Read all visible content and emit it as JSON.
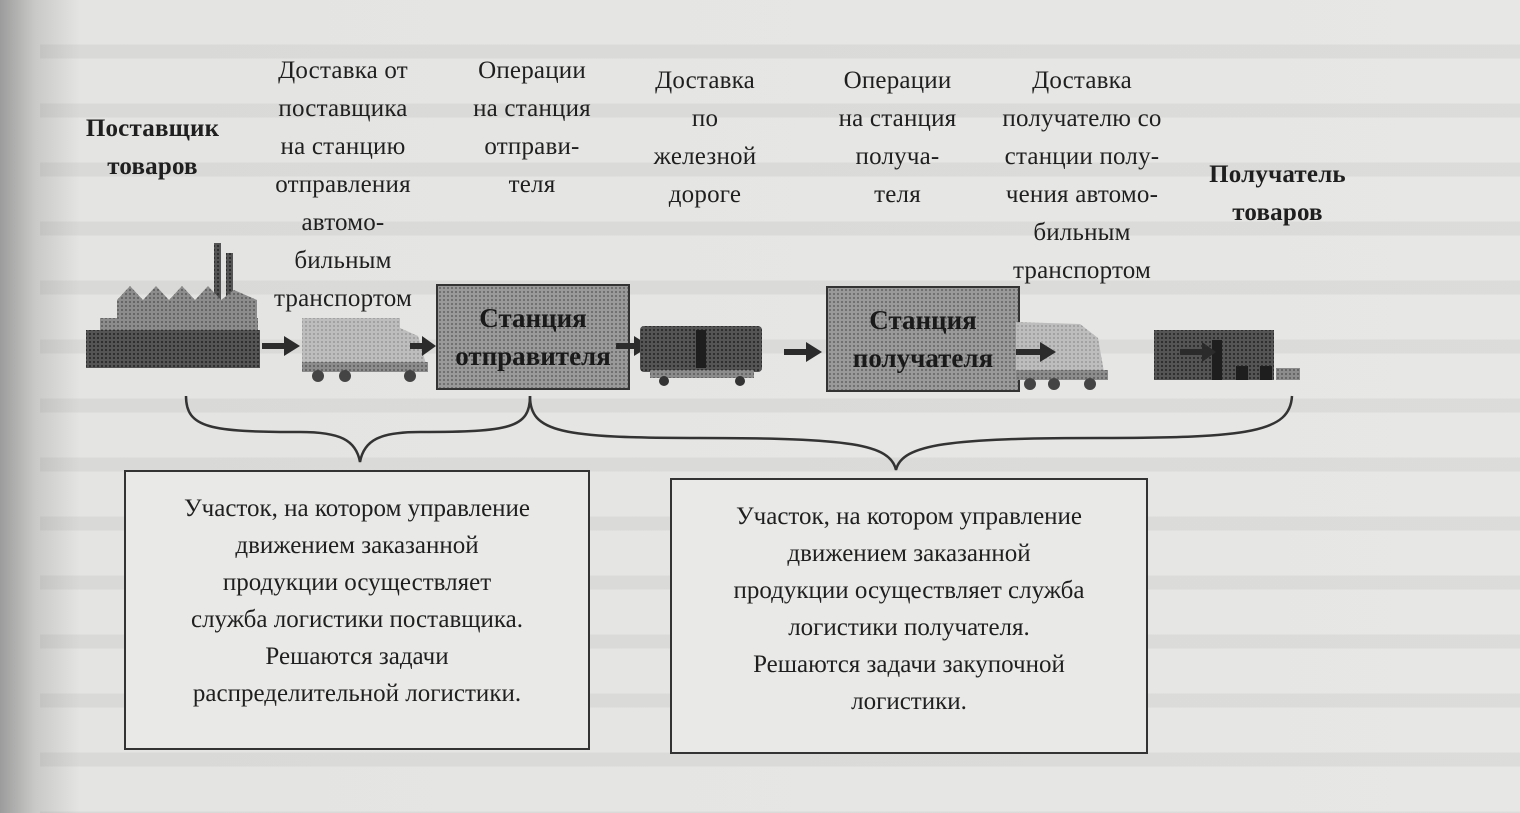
{
  "supplier": {
    "label": "Поставщик\nтоваров"
  },
  "recipient": {
    "label": "Получатель\nтоваров"
  },
  "steps": [
    {
      "label": "Доставка от\nпоставщика\nна станцию\nотправления\nавтомо-\nбильным\nтранспортом"
    },
    {
      "label": "Операции\nна станция\nотправи-\nтеля"
    },
    {
      "label": "Доставка\nпо\nжелезной\nдороге"
    },
    {
      "label": "Операции\nна станция\nполуча-\nтеля"
    },
    {
      "label": "Доставка\nполучателю со\nстанции полу-\nчения автомо-\nбильным\nтранспортом"
    }
  ],
  "stations": {
    "sender": "Станция\nотправителя",
    "receiver": "Станция\nполучателя"
  },
  "notes": {
    "supplier_zone": "Участок, на котором управление\nдвижением заказанной\nпродукции осуществляет\nслужба логистики поставщика.\nРешаются задачи\nраспределительной логистики.",
    "recipient_zone": "Участок, на котором управление\nдвижением заказанной\nпродукции осуществляет служба\nлогистики получателя.\nРешаются задачи закупочной\nлогистики."
  }
}
